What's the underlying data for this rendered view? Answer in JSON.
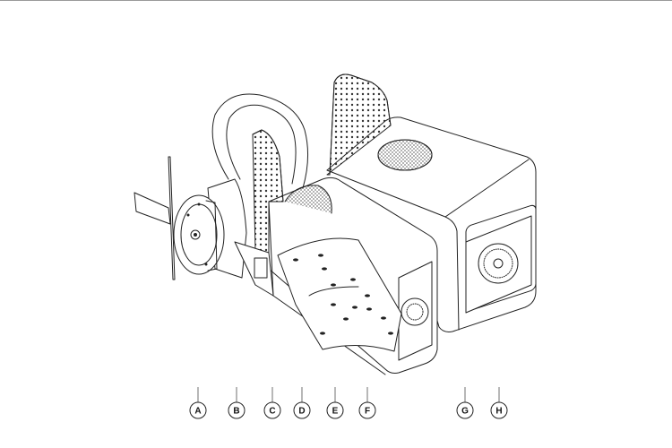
{
  "diagram": {
    "callouts": [
      {
        "id": "A",
        "label": "A"
      },
      {
        "id": "B",
        "label": "B"
      },
      {
        "id": "C",
        "label": "C"
      },
      {
        "id": "D",
        "label": "D"
      },
      {
        "id": "E",
        "label": "E"
      },
      {
        "id": "F",
        "label": "F"
      },
      {
        "id": "G",
        "label": "G"
      },
      {
        "id": "H",
        "label": "H"
      }
    ]
  },
  "colors": {
    "line": "#222222",
    "paper": "#ffffff",
    "frame": "#9a9a9a"
  }
}
